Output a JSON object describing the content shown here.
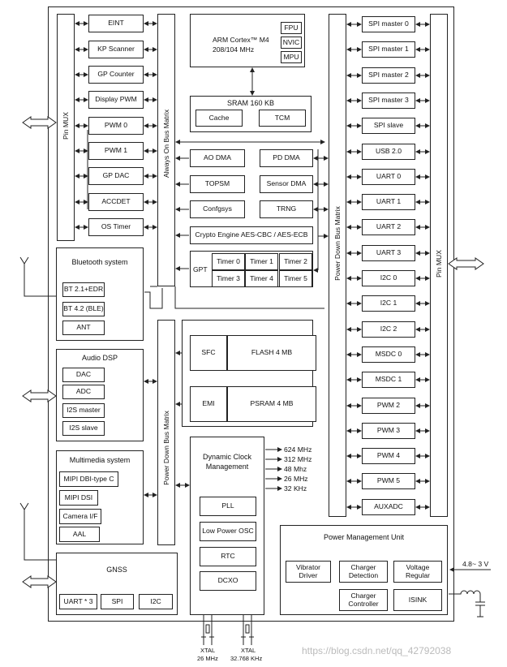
{
  "left_bus": {
    "pin_mux": "Pin MUX",
    "always_on_bus_matrix": "Always On Bus Matrix",
    "blocks": [
      "EINT",
      "KP Scanner",
      "GP Counter",
      "Display PWM",
      "PWM 0",
      "PWM 1",
      "GP DAC",
      "ACCDET",
      "OS Timer"
    ]
  },
  "core": {
    "cpu_line1": "ARM Cortex™ M4",
    "cpu_line2": "208/104 MHz",
    "fpu": "FPU",
    "nvic": "NVIC",
    "mpu": "MPU",
    "sram": "SRAM 160 KB",
    "cache": "Cache",
    "tcm": "TCM",
    "ao_dma": "AO DMA",
    "pd_dma": "PD DMA",
    "topsm": "TOPSM",
    "sensor_dma": "Sensor DMA",
    "confgsys": "Confgsys",
    "trng": "TRNG",
    "crypto": "Crypto Engine AES-CBC / AES-ECB",
    "gpt": "GPT",
    "timers": [
      "Timer 0",
      "Timer 1",
      "Timer 2",
      "Timer 3",
      "Timer 4",
      "Timer 5"
    ]
  },
  "bluetooth": {
    "title": "Bluetooth system",
    "items": [
      "BT 2.1+EDR",
      "BT 4.2 (BLE)",
      "ANT"
    ]
  },
  "audio": {
    "title": "Audio DSP",
    "items": [
      "DAC",
      "ADC",
      "I2S master",
      "I2S slave"
    ]
  },
  "multimedia": {
    "title": "Multimedia system",
    "items": [
      "MIPI DBI-type C",
      "MIPI DSI",
      "Camera I/F",
      "AAL"
    ]
  },
  "gnss": {
    "title": "GNSS",
    "items": [
      "UART * 3",
      "SPI",
      "I2C"
    ]
  },
  "memory": {
    "sfc": "SFC",
    "flash": "FLASH 4 MB",
    "emi": "EMI",
    "psram": "PSRAM 4 MB",
    "power_down_bus_matrix": "Power Down Bus Matrix"
  },
  "clock": {
    "title_line1": "Dynamic Clock",
    "title_line2": "Management",
    "freqs": [
      "624 MHz",
      "312 MHz",
      "48 Mhz",
      "26 MHz",
      "32 KHz"
    ],
    "sources": [
      "PLL",
      "Low Power OSC",
      "RTC",
      "DCXO"
    ]
  },
  "right_bus": {
    "power_down_bus_matrix": "Power Down Bus Matrix",
    "pin_mux": "Pin MUX",
    "blocks": [
      "SPI master 0",
      "SPI master 1",
      "SPI master 2",
      "SPI master 3",
      "SPI slave",
      "USB 2.0",
      "UART 0",
      "UART 1",
      "UART 2",
      "UART 3",
      "I2C 0",
      "I2C 1",
      "I2C 2",
      "MSDC 0",
      "MSDC 1",
      "PWM 2",
      "PWM 3",
      "PWM 4",
      "PWM 5",
      "AUXADC"
    ]
  },
  "pmu": {
    "title": "Power Management Unit",
    "vibrator": [
      "Vibrator",
      "Driver"
    ],
    "charger_detection": [
      "Charger",
      "Detection"
    ],
    "voltage": [
      "Voltage",
      "Regular"
    ],
    "charger_controller": [
      "Charger",
      "Controller"
    ],
    "isink": "ISINK",
    "voltage_range": "4.8~ 3 V"
  },
  "xtal": {
    "x1_line1": "XTAL",
    "x1_line2": "26 MHz",
    "x2_line1": "XTAL",
    "x2_line2": "32.768 KHz"
  },
  "watermark": "https://blog.csdn.net/qq_42792038"
}
